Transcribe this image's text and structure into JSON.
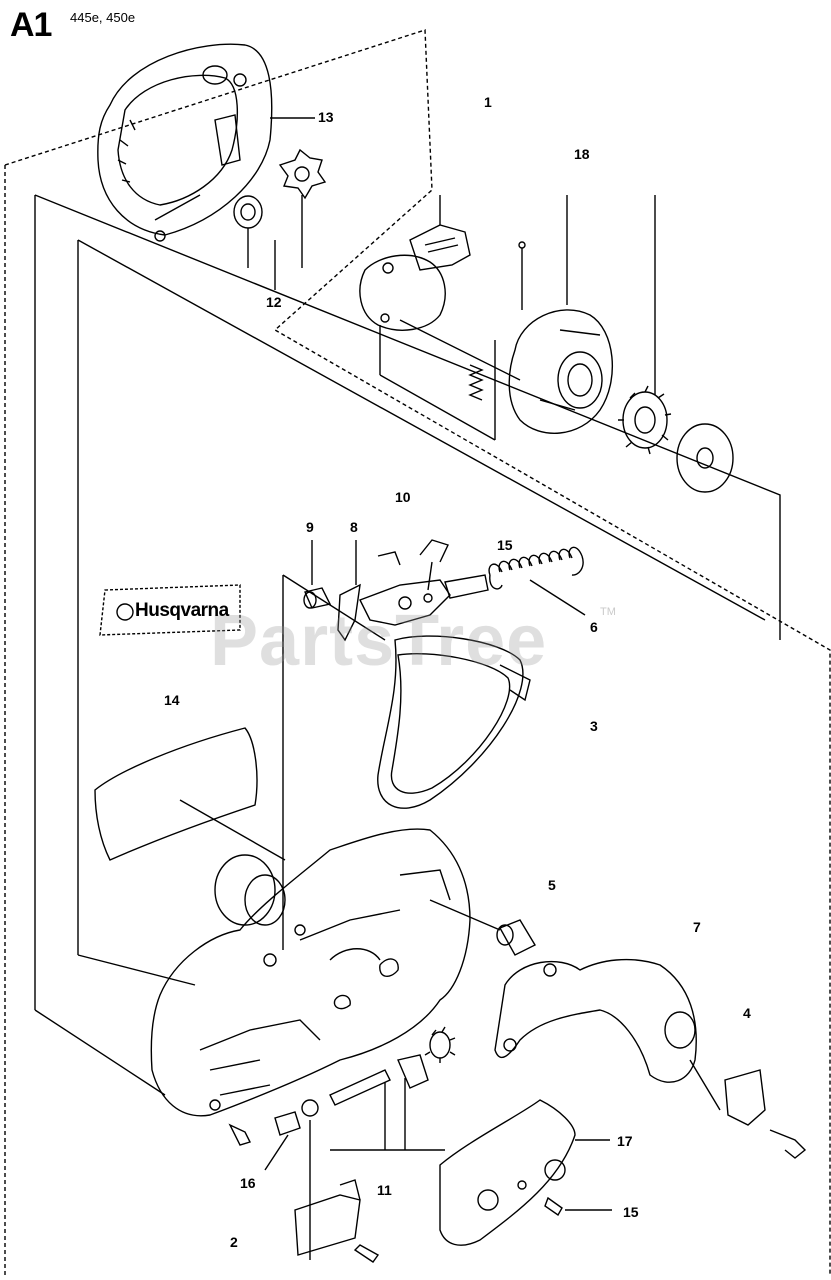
{
  "header": {
    "section_code": "A1",
    "models": "445e, 450e"
  },
  "callouts": {
    "c1": "1",
    "c2": "2",
    "c3": "3",
    "c4": "4",
    "c5": "5",
    "c6": "6",
    "c7": "7",
    "c8": "8",
    "c9": "9",
    "c10": "10",
    "c11": "11",
    "c12": "12",
    "c13": "13",
    "c14": "14",
    "c15a": "15",
    "c15b": "15",
    "c16": "16",
    "c17": "17",
    "c18": "18"
  },
  "watermark": {
    "text": "PartsTree",
    "tm": "TM"
  },
  "decal": {
    "brand": "Husqvarna"
  },
  "colors": {
    "line": "#000000",
    "watermark": "#969696",
    "background": "#ffffff"
  }
}
